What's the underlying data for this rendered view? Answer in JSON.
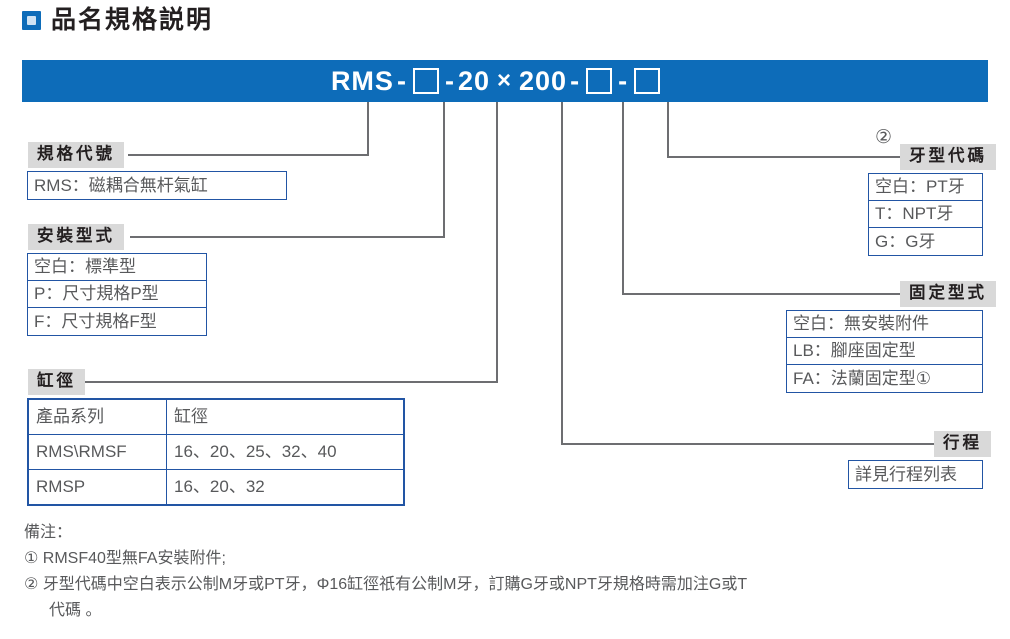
{
  "heading": {
    "marker_icon": "blue-square-bullet-icon",
    "title": "品名規格説明"
  },
  "model_bar": {
    "accent_color": "#0d6cb9",
    "code_text": "RMS-□-20 × 200-□-□",
    "segments": [
      "RMS",
      "-",
      "□",
      "-",
      "20",
      "×",
      "200",
      "-",
      "□",
      "-",
      "□"
    ]
  },
  "callouts": {
    "spec_code": {
      "tag": "規格代號",
      "rows": [
        "RMS：磁耦合無杆氣缸"
      ]
    },
    "mount_type": {
      "tag": "安裝型式",
      "rows": [
        "空白：標準型",
        "P：尺寸規格P型",
        "F：尺寸規格F型"
      ]
    },
    "bore": {
      "tag": "缸徑",
      "headers": [
        "產品系列",
        "缸徑"
      ],
      "rows": [
        [
          "RMS\\RMSF",
          "16、20、25、32、40"
        ],
        [
          "RMSP",
          "16、20、32"
        ]
      ]
    },
    "thread_code": {
      "tag": "牙型代碼",
      "marker": "②",
      "rows": [
        "空白：PT牙",
        "T：NPT牙",
        "G：G牙"
      ]
    },
    "fixing_type": {
      "tag": "固定型式",
      "rows": [
        "空白：無安裝附件",
        "LB：腳座固定型",
        "FA：法蘭固定型①"
      ]
    },
    "stroke": {
      "tag": "行程",
      "rows": [
        "詳見行程列表"
      ]
    }
  },
  "notes": {
    "title": "備注：",
    "items": [
      "① RMSF40型無FA安裝附件;",
      "② 牙型代碼中空白表示公制M牙或PT牙，Φ16缸徑祇有公制M牙，訂購G牙或NPT牙規格時需加注G或T",
      "代碼 。"
    ]
  },
  "colors": {
    "brand_blue": "#0d6cb9",
    "box_border_blue": "#2255a4",
    "tag_gray": "#d9d9d9",
    "line_gray": "#6d6e71",
    "text_gray": "#58595b"
  }
}
